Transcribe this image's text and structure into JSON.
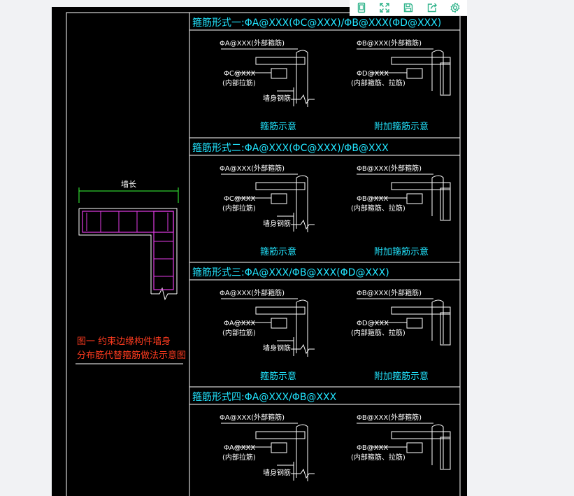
{
  "toolbar": {
    "buttons": [
      {
        "name": "fit-page-button",
        "icon": "page-icon"
      },
      {
        "name": "fullscreen-button",
        "icon": "expand-icon"
      },
      {
        "name": "save-button",
        "icon": "save-icon"
      },
      {
        "name": "share-button",
        "icon": "share-icon"
      },
      {
        "name": "settings-button",
        "icon": "gear-icon"
      }
    ],
    "color": "#2fb38a"
  },
  "left_panel": {
    "dimension_label": "墙长",
    "caption_line1": "图一    约束边缘构件墙身",
    "caption_line2": "分布筋代替箍筋做法示意图"
  },
  "forms": [
    {
      "title": "箍筋形式一:ΦA@XXX(ΦC@XXX)/ΦB@XXX(ΦD@XXX)",
      "left_outer": "ΦA@XXX(外部箍筋)",
      "left_inner": "ΦC@XXX",
      "left_inner_note": "(内部拉筋)",
      "wall_rebar": "墙身钢筋",
      "right_outer": "ΦB@XXX(外部箍筋)",
      "right_inner": "ΦD@XXX",
      "right_inner_note": "(内部箍筋、拉筋)",
      "left_caption": "箍筋示意",
      "right_caption": "附加箍筋示意"
    },
    {
      "title": "箍筋形式二:ΦA@XXX(ΦC@XXX)/ΦB@XXX",
      "left_outer": "ΦA@XXX(外部箍筋)",
      "left_inner": "ΦC@XXX",
      "left_inner_note": "(内部拉筋)",
      "wall_rebar": "墙身钢筋",
      "right_outer": "ΦB@XXX(外部箍筋)",
      "right_inner": "ΦB@XXX",
      "right_inner_note": "(内部箍筋、拉筋)",
      "left_caption": "箍筋示意",
      "right_caption": "附加箍筋示意"
    },
    {
      "title": "箍筋形式三:ΦA@XXX/ΦB@XXX(ΦD@XXX)",
      "left_outer": "ΦA@XXX(外部箍筋)",
      "left_inner": "ΦA@XXX",
      "left_inner_note": "(内部拉筋)",
      "wall_rebar": "墙身钢筋",
      "right_outer": "ΦB@XXX(外部箍筋)",
      "right_inner": "ΦD@XXX",
      "right_inner_note": "(内部箍筋、拉筋)",
      "left_caption": "箍筋示意",
      "right_caption": "附加箍筋示意"
    },
    {
      "title": "箍筋形式四:ΦA@XXX/ΦB@XXX",
      "left_outer": "ΦA@XXX(外部箍筋)",
      "left_inner": "ΦA@XXX",
      "left_inner_note": "(内部拉筋)",
      "wall_rebar": "墙身钢筋",
      "right_outer": "ΦB@XXX(外部箍筋)",
      "right_inner": "ΦB@XXX",
      "right_inner_note": "(内部箍筋、拉筋)",
      "left_caption": "",
      "right_caption": ""
    }
  ]
}
